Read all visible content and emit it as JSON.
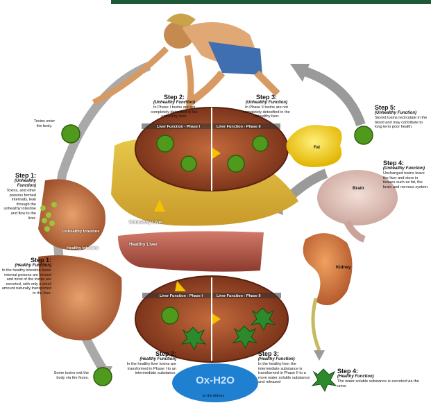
{
  "top_bar_color": "#1f5a38",
  "labels": {
    "unhealthy_liver": "Unhealthy Liver",
    "healthy_liver": "Healthy Liver",
    "unhealthy_intestine": "Unhealthy Intestine",
    "healthy_intestine": "Healthy Intestine",
    "fat": "Fat",
    "brain": "Brain",
    "kidney": "Kidney",
    "liver_function_phase1": "Liver Function - Phase I",
    "liver_function_phase2": "Liver Function - Phase II",
    "ox_h2o": "Ox-H2O",
    "to_kidney": "to the kidney"
  },
  "toxins_enter": "Toxins enter the body.",
  "toxins_exit": "Some toxins exit the body via the feces.",
  "step1_unhealthy": {
    "title": "Step 1:",
    "sub": "(Unhealthy Function)",
    "text": "Toxins, and other poisons formed internally, leak through the unhealthy intestine and flow to the liver."
  },
  "step1_healthy": {
    "title": "Step 1:",
    "sub": "(Healthy Function)",
    "text": "In the healthy intestine fewer internal poisons are formed and most of the toxins are excreted, with only a small amount naturally transported to the liver."
  },
  "step2_unhealthy": {
    "title": "Step 2:",
    "sub": "(Unhealthy Function)",
    "text": "In Phase I toxins are not completely detoxified in the unhealthy liver."
  },
  "step3_unhealthy": {
    "title": "Step 3:",
    "sub": "(Unhealthy Function)",
    "text": "In Phase II toxins are not completely detoxified in the unhealthy liver."
  },
  "step4_unhealthy": {
    "title": "Step 4:",
    "sub": "(Unhealthy Function)",
    "text": "Unchanged toxins leave the liver and store in tissues such as fat, the brain and nervous system."
  },
  "step5_unhealthy": {
    "title": "Step 5:",
    "sub": "(Unhealthy Function)",
    "text": "Stored toxins recirculate in the blood and may contribute to long term poor health."
  },
  "step2_healthy": {
    "title": "Step 2:",
    "sub": "(Healthy Function)",
    "text": "In the healthy liver toxins are transformed in Phase I to an intermediate substance."
  },
  "step3_healthy": {
    "title": "Step 3:",
    "sub": "(Healthy Function)",
    "text": "In the healthy liver the intermediate substance is transformed in Phase II to a more water soluble substance and released"
  },
  "step4_healthy": {
    "title": "Step 4:",
    "sub": "(Healthy Function)",
    "text": "The water soluble substance is excreted via the urine."
  }
}
